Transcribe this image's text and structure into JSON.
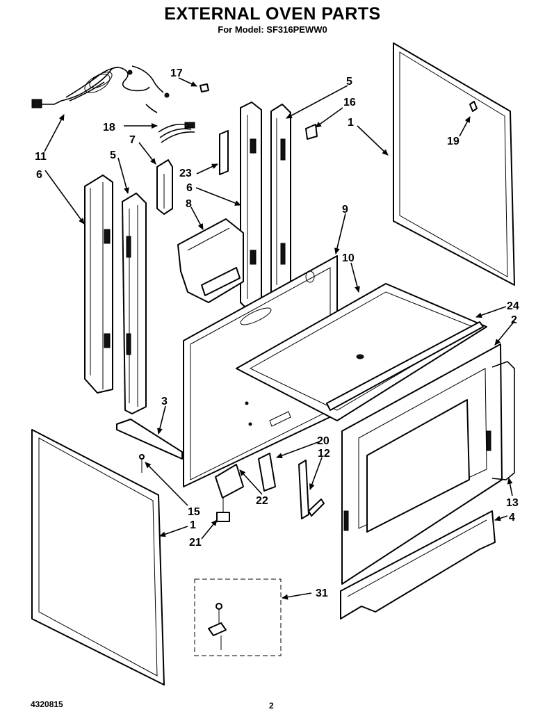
{
  "title": "EXTERNAL OVEN PARTS",
  "subtitle": "For Model: SF316PEWW0",
  "footer": {
    "doc_number": "4320815",
    "page_number": "2"
  },
  "callouts": {
    "c1a": "1",
    "c1b": "1",
    "c2": "2",
    "c3": "3",
    "c4": "4",
    "c5a": "5",
    "c5b": "5",
    "c6a": "6",
    "c6b": "6",
    "c7": "7",
    "c8": "8",
    "c9": "9",
    "c10": "10",
    "c11": "11",
    "c12": "12",
    "c13": "13",
    "c15": "15",
    "c16": "16",
    "c17": "17",
    "c18": "18",
    "c19": "19",
    "c20": "20",
    "c21": "21",
    "c22": "22",
    "c23": "23",
    "c24": "24",
    "c31": "31"
  }
}
